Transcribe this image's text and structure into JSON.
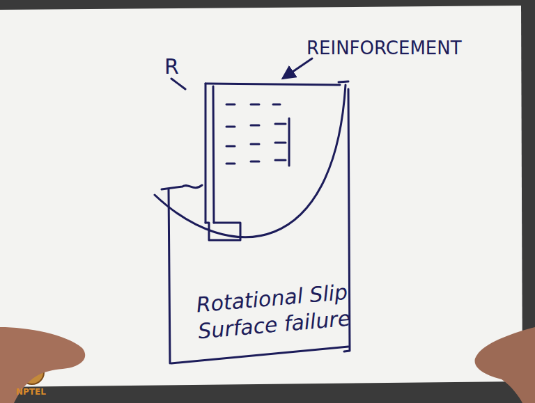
{
  "diagram": {
    "caption": "Rotational Slip Surface failure",
    "labels": [
      "REINFORCEMENT",
      "R",
      "NPTEL"
    ]
  }
}
